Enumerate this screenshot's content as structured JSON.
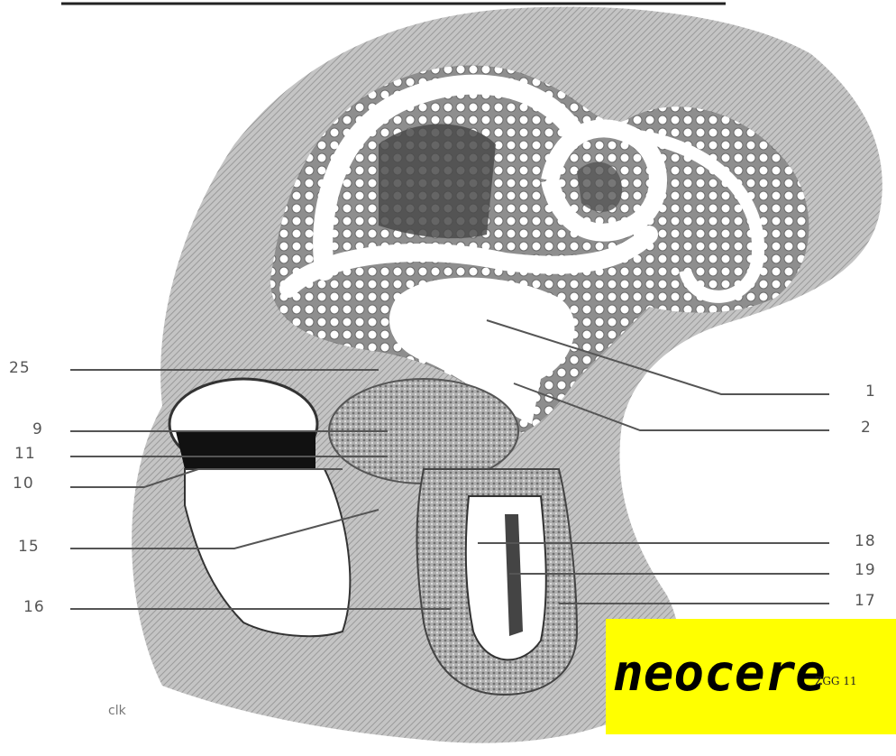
{
  "labels": {
    "l25": "25",
    "l9": "9",
    "l11": "11",
    "l10": "10",
    "l15": "15",
    "l16": "16",
    "l1": "1",
    "l2": "2",
    "l18": "18",
    "l19": "19",
    "l17": "17"
  },
  "banner": {
    "word": "neocere",
    "note": "ZGG 11"
  },
  "credit": "clk",
  "colors": {
    "background": "#ffffff",
    "tissue": "#b9b9b9",
    "banner": "#ffff00",
    "label_text": "#555555"
  }
}
